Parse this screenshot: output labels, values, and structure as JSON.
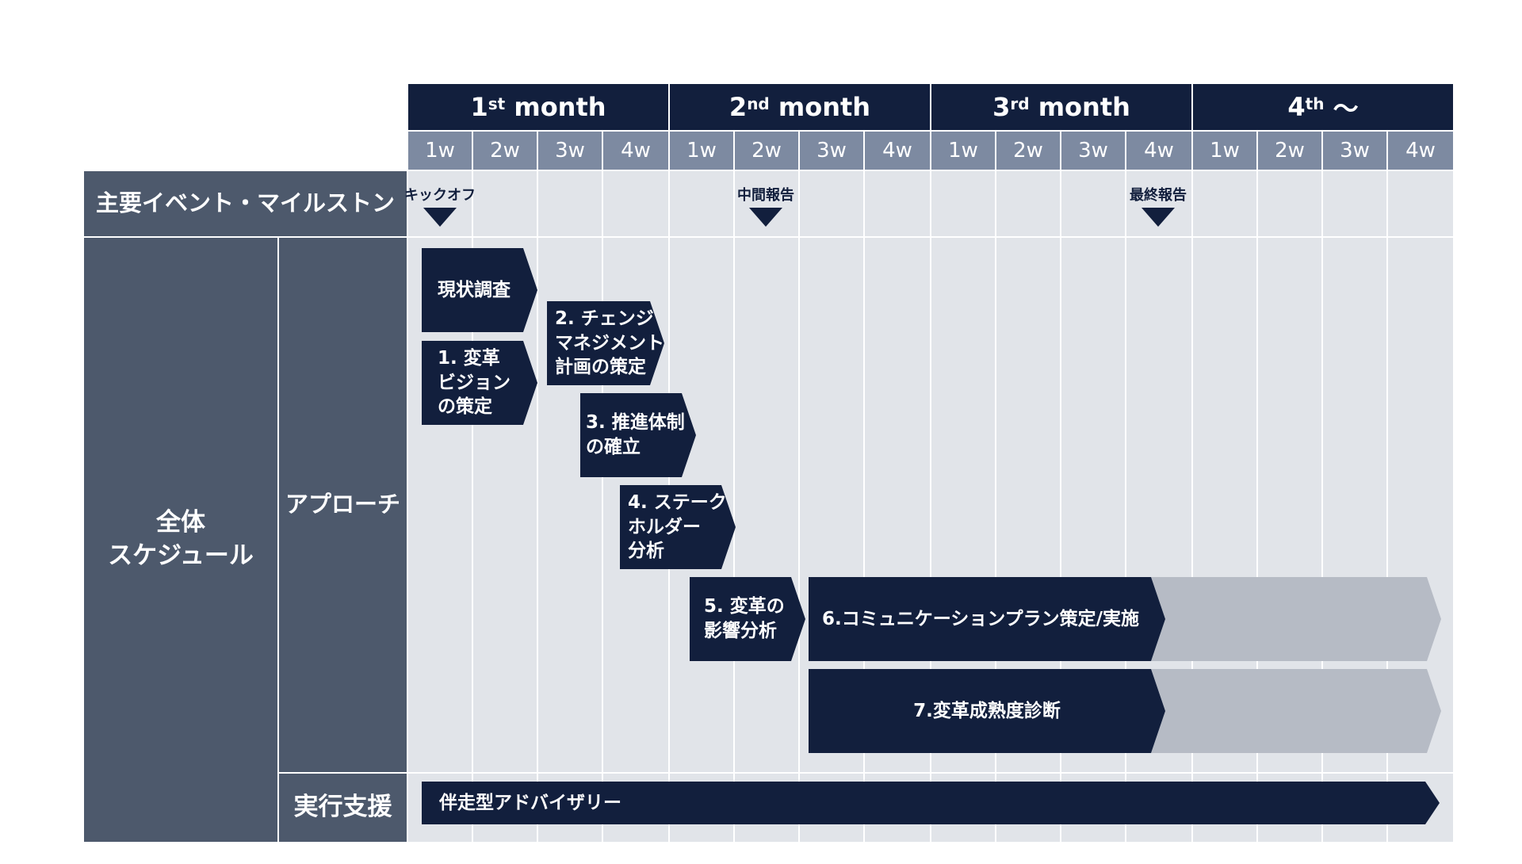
{
  "months": [
    {
      "num": "1",
      "suffix": "st",
      "text": " month"
    },
    {
      "num": "2",
      "suffix": "nd",
      "text": " month"
    },
    {
      "num": "3",
      "suffix": "rd",
      "text": " month"
    },
    {
      "num": "4",
      "suffix": "th",
      "text": " 〜"
    }
  ],
  "weeks": [
    "1w",
    "2w",
    "3w",
    "4w"
  ],
  "row_labels": {
    "milestones": "主要イベント・マイルストン",
    "overall": "全体\nスケジュール",
    "approach": "アプローチ",
    "execution": "実行支援"
  },
  "milestones": [
    {
      "label": "キックオフ",
      "week": 1
    },
    {
      "label": "中間報告",
      "week": 6
    },
    {
      "label": "最終報告",
      "week": 12
    }
  ],
  "tasks": [
    {
      "label": "現状調査"
    },
    {
      "label": "1. 変革\nビジョン\nの策定"
    },
    {
      "label": "2. チェンジ\nマネジメント\n計画の策定"
    },
    {
      "label": "3. 推進体制\nの確立"
    },
    {
      "label": "4. ステーク\nホルダー\n分析"
    },
    {
      "label": "5. 変革の\n影響分析"
    },
    {
      "label": "6.コミュニケーションプラン策定/実施"
    },
    {
      "label": "7.変革成熟度診断"
    }
  ],
  "execution_task": {
    "label": "伴走型アドバイザリー"
  },
  "colors": {
    "navy": "#121f3d",
    "week_header": "#7d8aa1",
    "label_bg": "#4d596c",
    "grid_bg": "#e1e4e9",
    "extension": "#b6bbc5"
  }
}
